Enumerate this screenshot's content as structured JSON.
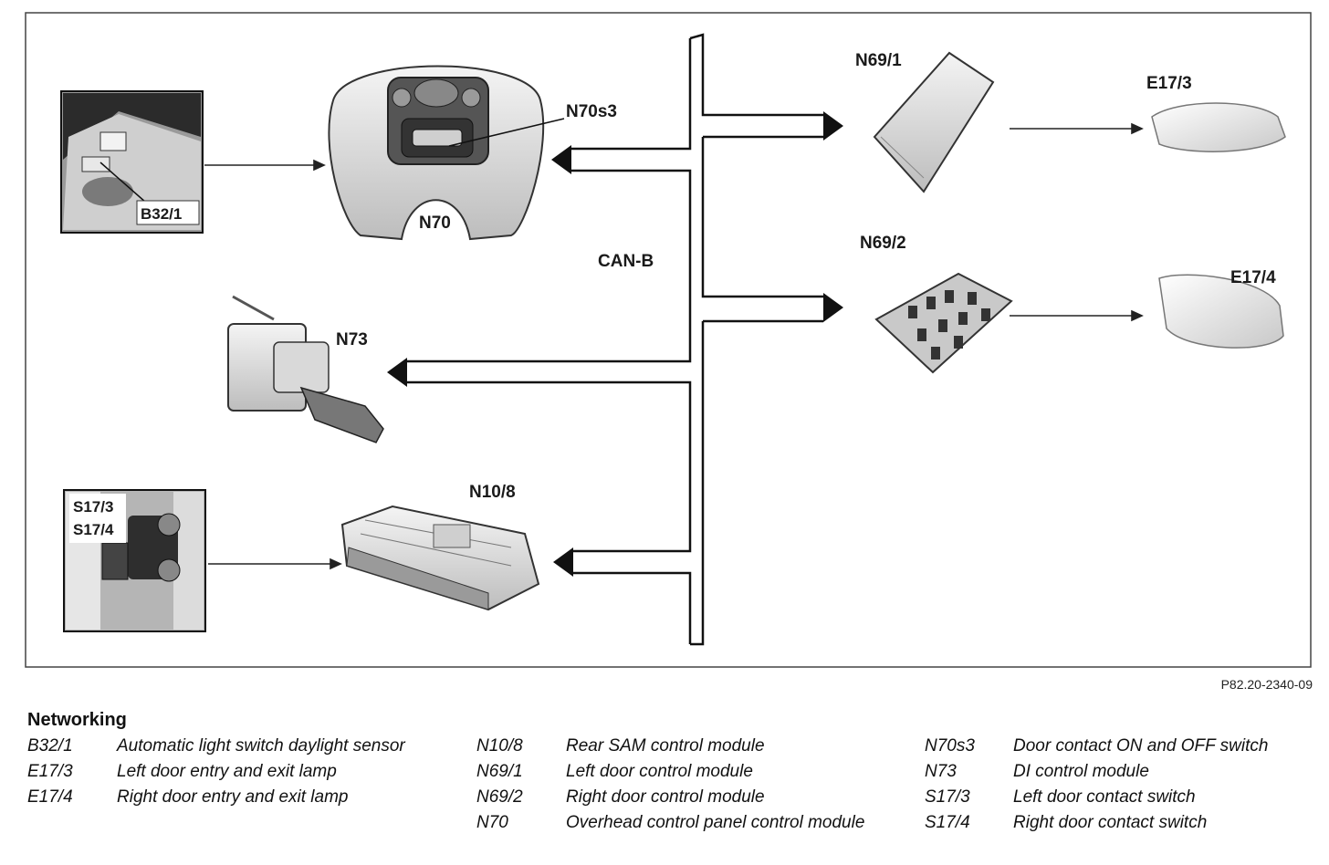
{
  "diagram": {
    "labels": {
      "b32_1": "B32/1",
      "n70": "N70",
      "n70s3": "N70s3",
      "can_b": "CAN-B",
      "n73": "N73",
      "n10_8": "N10/8",
      "s17_3": "S17/3",
      "s17_4": "S17/4",
      "n69_1": "N69/1",
      "n69_2": "N69/2",
      "e17_3": "E17/3",
      "e17_4": "E17/4"
    },
    "figure_ref": "P82.20-2340-09"
  },
  "legend": {
    "title": "Networking",
    "col1": [
      {
        "code": "B32/1",
        "desc": "Automatic light switch daylight sensor"
      },
      {
        "code": "E17/3",
        "desc": "Left door entry and exit lamp"
      },
      {
        "code": "E17/4",
        "desc": "Right door entry and exit lamp"
      }
    ],
    "col2": [
      {
        "code": "N10/8",
        "desc": "Rear SAM control module"
      },
      {
        "code": "N69/1",
        "desc": "Left door control module"
      },
      {
        "code": "N69/2",
        "desc": "Right door control module"
      },
      {
        "code": "N70",
        "desc": "Overhead control panel control module"
      }
    ],
    "col3": [
      {
        "code": "N70s3",
        "desc": "Door contact ON and OFF switch"
      },
      {
        "code": "N73",
        "desc": "DI control module"
      },
      {
        "code": "S17/3",
        "desc": "Left door contact switch"
      },
      {
        "code": "S17/4",
        "desc": "Right door contact switch"
      }
    ]
  }
}
